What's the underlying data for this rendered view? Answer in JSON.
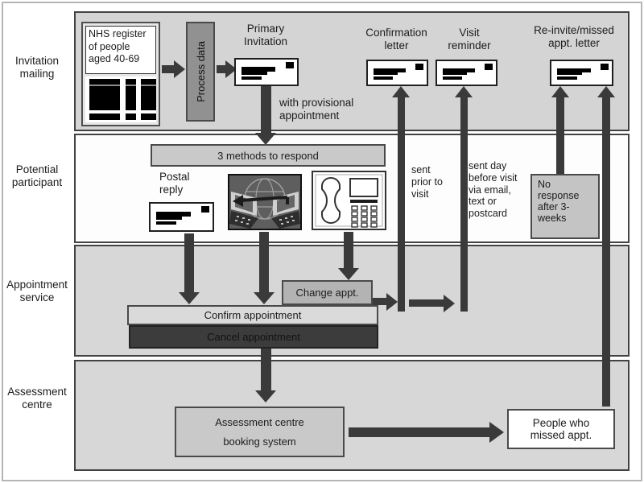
{
  "lanes": [
    {
      "label": "Invitation mailing"
    },
    {
      "label": "Potential participant"
    },
    {
      "label": "Appointment service"
    },
    {
      "label": "Assessment centre"
    }
  ],
  "invitation_mailing": {
    "nhs_register": "NHS register of people aged 40-69",
    "process_data": "Process data",
    "primary_invitation": "Primary Invitation",
    "with_provisional": "with provisional appointment",
    "confirmation_letter": "Confirmation letter",
    "visit_reminder": "Visit reminder",
    "reinvite_letter": "Re-invite/missed appt. letter"
  },
  "potential_participant": {
    "methods_bar": "3 methods to respond",
    "postal_reply": "Postal reply",
    "sent_prior": "sent prior to visit",
    "sent_day": "sent day before visit via email, text or postcard",
    "no_response": "No response after 3-weeks"
  },
  "appointment_service": {
    "change_appt": "Change appt.",
    "confirm": "Confirm appointment",
    "cancel": "Cancel appointment"
  },
  "assessment_centre": {
    "booking_line1": "Assessment centre",
    "booking_line2": "booking system",
    "missed": "People who missed appt."
  },
  "icons": {
    "envelope": "envelope-icon",
    "register_barcode": "register-stack-icon",
    "internet": "internet-computers-icon",
    "telephone": "telephone-keypad-icon"
  },
  "colors": {
    "lane_gray": "#d4d4d4",
    "lane_white": "#fdfdfd",
    "arrow_dark": "#3a3a3a",
    "methods_bar": "#c9c9c9",
    "change_box": "#b3b3b3",
    "confirm_bar": "#dadada",
    "cancel_bar": "#3c3c3c",
    "no_response_box": "#c4c4c4",
    "process_box": "#919191",
    "booking_box": "#c9c9c9"
  }
}
